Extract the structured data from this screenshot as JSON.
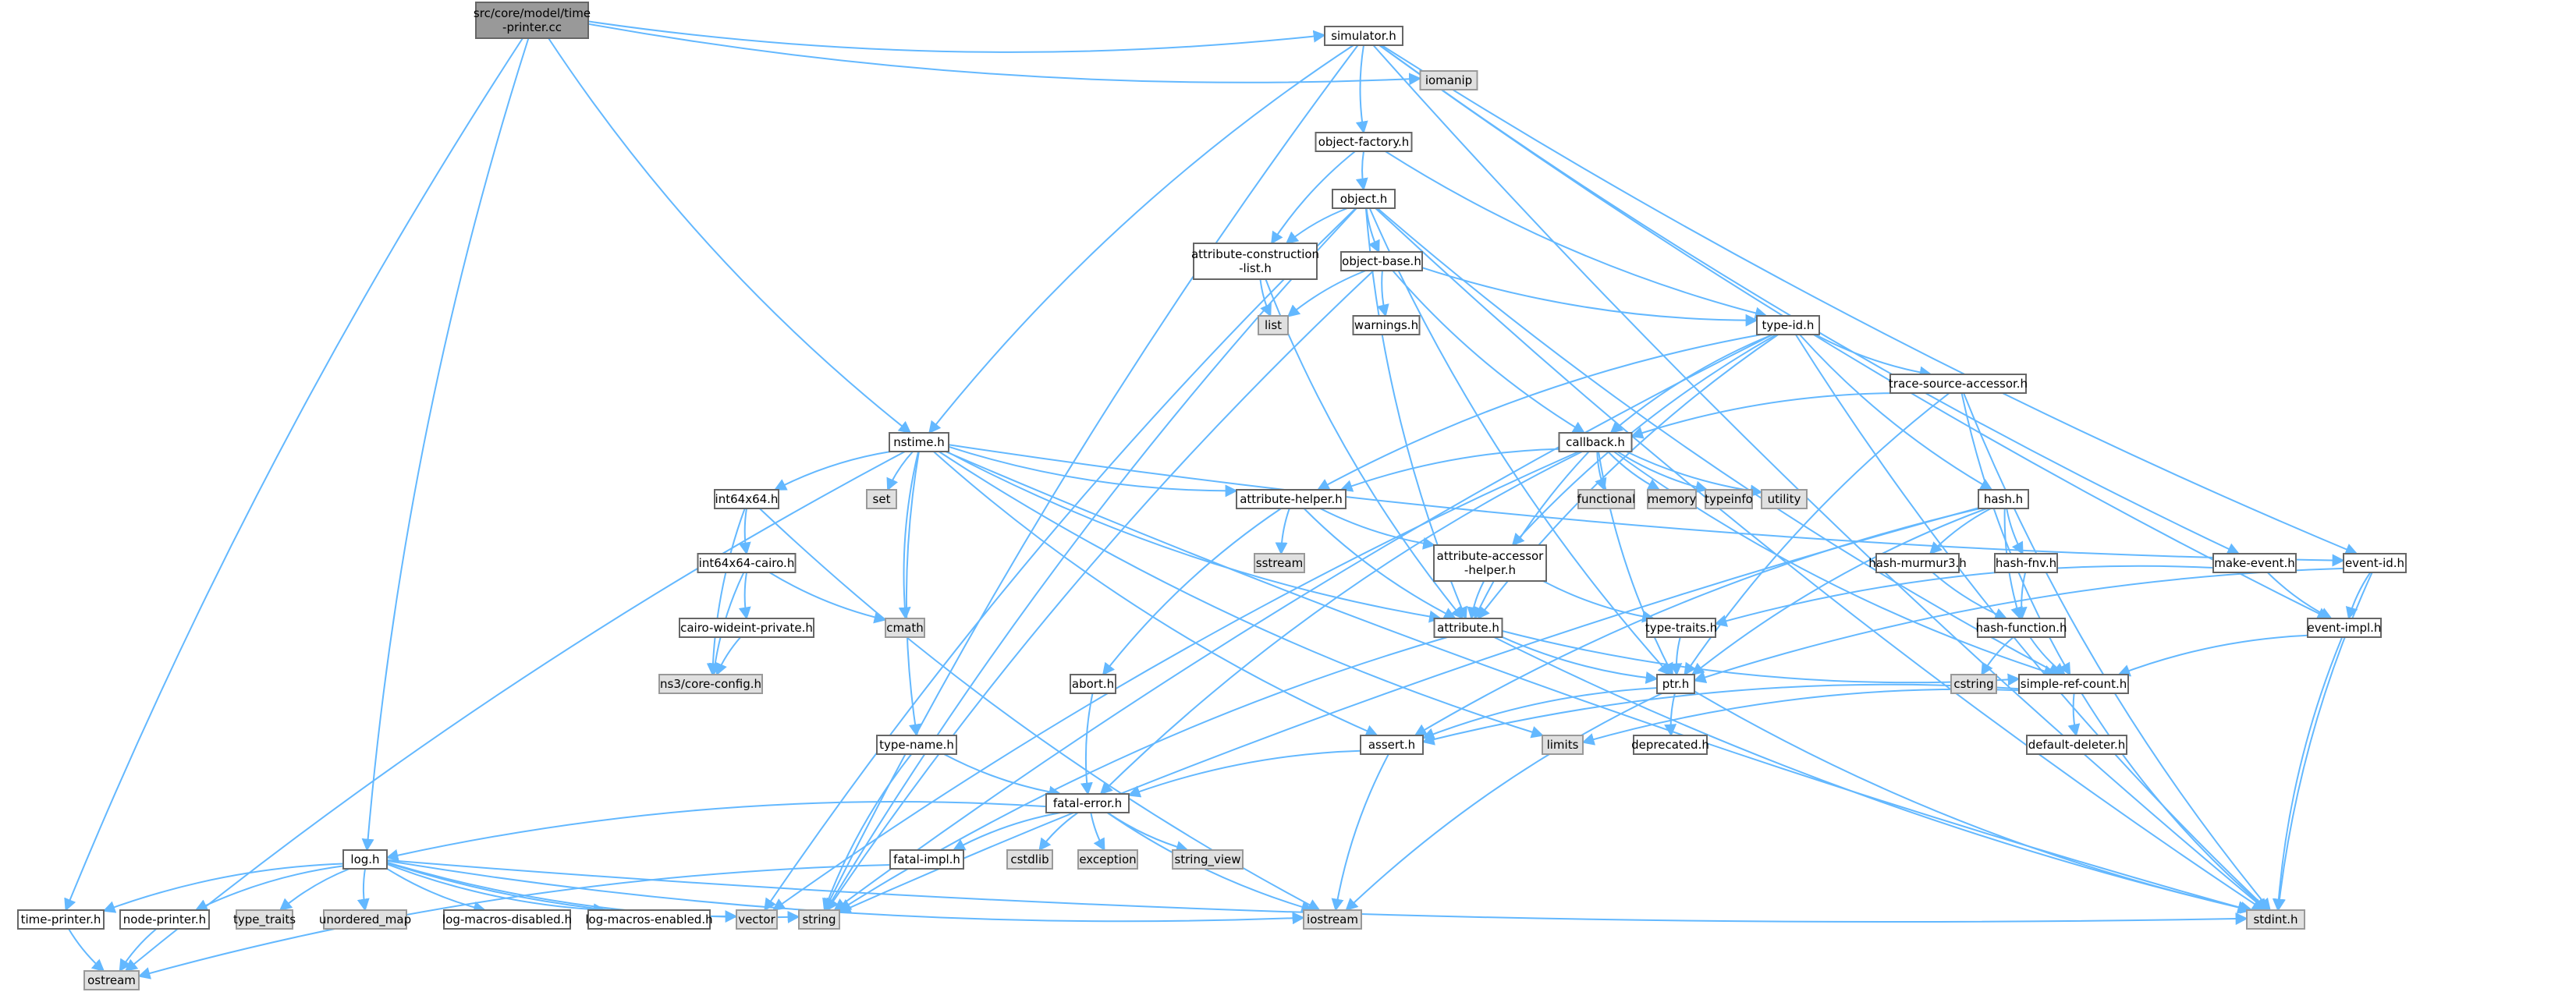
{
  "graph": {
    "nodes": [
      {
        "id": "root",
        "lines": [
          "src/core/model/time",
          "-printer.cc"
        ],
        "style": "root"
      },
      {
        "id": "simulator",
        "lines": [
          "simulator.h"
        ],
        "style": "normal"
      },
      {
        "id": "iomanip",
        "lines": [
          "iomanip"
        ],
        "style": "sys"
      },
      {
        "id": "objfactory",
        "lines": [
          "object-factory.h"
        ],
        "style": "normal"
      },
      {
        "id": "object",
        "lines": [
          "object.h"
        ],
        "style": "normal"
      },
      {
        "id": "attrcons",
        "lines": [
          "attribute-construction",
          "-list.h"
        ],
        "style": "normal"
      },
      {
        "id": "objbase",
        "lines": [
          "object-base.h"
        ],
        "style": "normal"
      },
      {
        "id": "list",
        "lines": [
          "list"
        ],
        "style": "sys"
      },
      {
        "id": "warnings",
        "lines": [
          "warnings.h"
        ],
        "style": "normal"
      },
      {
        "id": "typeid",
        "lines": [
          "type-id.h"
        ],
        "style": "normal"
      },
      {
        "id": "tsa",
        "lines": [
          "trace-source-accessor.h"
        ],
        "style": "normal"
      },
      {
        "id": "nstime",
        "lines": [
          "nstime.h"
        ],
        "style": "normal"
      },
      {
        "id": "callback",
        "lines": [
          "callback.h"
        ],
        "style": "normal"
      },
      {
        "id": "set",
        "lines": [
          "set"
        ],
        "style": "sys"
      },
      {
        "id": "int64x64",
        "lines": [
          "int64x64.h"
        ],
        "style": "normal"
      },
      {
        "id": "attrhelper",
        "lines": [
          "attribute-helper.h"
        ],
        "style": "normal"
      },
      {
        "id": "functional",
        "lines": [
          "functional"
        ],
        "style": "sys"
      },
      {
        "id": "memory",
        "lines": [
          "memory"
        ],
        "style": "sys"
      },
      {
        "id": "typeinfo",
        "lines": [
          "typeinfo"
        ],
        "style": "sys"
      },
      {
        "id": "utility",
        "lines": [
          "utility"
        ],
        "style": "sys"
      },
      {
        "id": "hash",
        "lines": [
          "hash.h"
        ],
        "style": "normal"
      },
      {
        "id": "makeevent",
        "lines": [
          "make-event.h"
        ],
        "style": "normal"
      },
      {
        "id": "eventid",
        "lines": [
          "event-id.h"
        ],
        "style": "normal"
      },
      {
        "id": "int64cairo",
        "lines": [
          "int64x64-cairo.h"
        ],
        "style": "normal"
      },
      {
        "id": "sstream",
        "lines": [
          "sstream"
        ],
        "style": "sys"
      },
      {
        "id": "attraccessor",
        "lines": [
          "attribute-accessor",
          "-helper.h"
        ],
        "style": "normal"
      },
      {
        "id": "hashmurmur",
        "lines": [
          "hash-murmur3.h"
        ],
        "style": "normal"
      },
      {
        "id": "hashfnv",
        "lines": [
          "hash-fnv.h"
        ],
        "style": "normal"
      },
      {
        "id": "cairowide",
        "lines": [
          "cairo-wideint-private.h"
        ],
        "style": "normal"
      },
      {
        "id": "cmath",
        "lines": [
          "cmath"
        ],
        "style": "sys"
      },
      {
        "id": "attribute",
        "lines": [
          "attribute.h"
        ],
        "style": "normal"
      },
      {
        "id": "typetraitsh",
        "lines": [
          "type-traits.h"
        ],
        "style": "normal"
      },
      {
        "id": "hashfunc",
        "lines": [
          "hash-function.h"
        ],
        "style": "normal"
      },
      {
        "id": "eventimpl",
        "lines": [
          "event-impl.h"
        ],
        "style": "normal"
      },
      {
        "id": "coreconfig",
        "lines": [
          "ns3/core-config.h"
        ],
        "style": "sys"
      },
      {
        "id": "abort",
        "lines": [
          "abort.h"
        ],
        "style": "normal"
      },
      {
        "id": "ptr",
        "lines": [
          "ptr.h"
        ],
        "style": "normal"
      },
      {
        "id": "cstring",
        "lines": [
          "cstring"
        ],
        "style": "sys"
      },
      {
        "id": "simplerefcount",
        "lines": [
          "simple-ref-count.h"
        ],
        "style": "normal"
      },
      {
        "id": "limits",
        "lines": [
          "limits"
        ],
        "style": "sys"
      },
      {
        "id": "assert",
        "lines": [
          "assert.h"
        ],
        "style": "normal"
      },
      {
        "id": "deprecated",
        "lines": [
          "deprecated.h"
        ],
        "style": "normal"
      },
      {
        "id": "typename",
        "lines": [
          "type-name.h"
        ],
        "style": "normal"
      },
      {
        "id": "defdeleter",
        "lines": [
          "default-deleter.h"
        ],
        "style": "normal"
      },
      {
        "id": "fatalerror",
        "lines": [
          "fatal-error.h"
        ],
        "style": "normal"
      },
      {
        "id": "log",
        "lines": [
          "log.h"
        ],
        "style": "normal"
      },
      {
        "id": "fatalimpl",
        "lines": [
          "fatal-impl.h"
        ],
        "style": "normal"
      },
      {
        "id": "cstdlib",
        "lines": [
          "cstdlib"
        ],
        "style": "sys"
      },
      {
        "id": "exception",
        "lines": [
          "exception"
        ],
        "style": "sys"
      },
      {
        "id": "stringview",
        "lines": [
          "string_view"
        ],
        "style": "sys"
      },
      {
        "id": "timeprinter",
        "lines": [
          "time-printer.h"
        ],
        "style": "normal"
      },
      {
        "id": "nodeprinter",
        "lines": [
          "node-printer.h"
        ],
        "style": "normal"
      },
      {
        "id": "typetraits",
        "lines": [
          "type_traits"
        ],
        "style": "sys"
      },
      {
        "id": "unorderedmap",
        "lines": [
          "unordered_map"
        ],
        "style": "sys"
      },
      {
        "id": "logdisabled",
        "lines": [
          "log-macros-disabled.h"
        ],
        "style": "normal"
      },
      {
        "id": "logenabled",
        "lines": [
          "log-macros-enabled.h"
        ],
        "style": "normal"
      },
      {
        "id": "vector",
        "lines": [
          "vector"
        ],
        "style": "sys"
      },
      {
        "id": "string",
        "lines": [
          "string"
        ],
        "style": "sys"
      },
      {
        "id": "iostream",
        "lines": [
          "iostream"
        ],
        "style": "sys"
      },
      {
        "id": "stdint",
        "lines": [
          "stdint.h"
        ],
        "style": "sys"
      },
      {
        "id": "ostream",
        "lines": [
          "ostream"
        ],
        "style": "sys"
      }
    ],
    "edges": [
      [
        "root",
        "simulator"
      ],
      [
        "root",
        "iomanip"
      ],
      [
        "root",
        "nstime"
      ],
      [
        "root",
        "log"
      ],
      [
        "root",
        "timeprinter"
      ],
      [
        "simulator",
        "objfactory"
      ],
      [
        "simulator",
        "nstime"
      ],
      [
        "simulator",
        "makeevent"
      ],
      [
        "simulator",
        "eventid"
      ],
      [
        "simulator",
        "eventimpl"
      ],
      [
        "simulator",
        "string"
      ],
      [
        "simulator",
        "stdint"
      ],
      [
        "objfactory",
        "object"
      ],
      [
        "objfactory",
        "attrcons"
      ],
      [
        "objfactory",
        "typeid"
      ],
      [
        "object",
        "attrcons"
      ],
      [
        "object",
        "objbase"
      ],
      [
        "object",
        "attribute"
      ],
      [
        "object",
        "ptr"
      ],
      [
        "object",
        "simplerefcount"
      ],
      [
        "object",
        "string"
      ],
      [
        "object",
        "vector"
      ],
      [
        "object",
        "stdint"
      ],
      [
        "attrcons",
        "list"
      ],
      [
        "attrcons",
        "attribute"
      ],
      [
        "objbase",
        "list"
      ],
      [
        "objbase",
        "warnings"
      ],
      [
        "objbase",
        "typeid"
      ],
      [
        "objbase",
        "callback"
      ],
      [
        "objbase",
        "string"
      ],
      [
        "typeid",
        "tsa"
      ],
      [
        "typeid",
        "callback"
      ],
      [
        "typeid",
        "attrhelper"
      ],
      [
        "typeid",
        "attraccessor"
      ],
      [
        "typeid",
        "attribute"
      ],
      [
        "typeid",
        "hash"
      ],
      [
        "typeid",
        "string"
      ],
      [
        "typeid",
        "stdint"
      ],
      [
        "tsa",
        "callback"
      ],
      [
        "tsa",
        "ptr"
      ],
      [
        "tsa",
        "simplerefcount"
      ],
      [
        "tsa",
        "stdint"
      ],
      [
        "nstime",
        "attrhelper"
      ],
      [
        "nstime",
        "int64x64"
      ],
      [
        "nstime",
        "set"
      ],
      [
        "nstime",
        "cmath"
      ],
      [
        "nstime",
        "typename"
      ],
      [
        "nstime",
        "assert"
      ],
      [
        "nstime",
        "attribute"
      ],
      [
        "nstime",
        "eventid"
      ],
      [
        "nstime",
        "limits"
      ],
      [
        "nstime",
        "ostream"
      ],
      [
        "nstime",
        "stdint"
      ],
      [
        "callback",
        "attrhelper"
      ],
      [
        "callback",
        "functional"
      ],
      [
        "callback",
        "memory"
      ],
      [
        "callback",
        "typeinfo"
      ],
      [
        "callback",
        "utility"
      ],
      [
        "callback",
        "attribute"
      ],
      [
        "callback",
        "ptr"
      ],
      [
        "callback",
        "fatalerror"
      ],
      [
        "callback",
        "simplerefcount"
      ],
      [
        "callback",
        "vector"
      ],
      [
        "int64x64",
        "int64cairo"
      ],
      [
        "int64x64",
        "coreconfig"
      ],
      [
        "int64x64",
        "iostream"
      ],
      [
        "attrhelper",
        "sstream"
      ],
      [
        "attrhelper",
        "attraccessor"
      ],
      [
        "attrhelper",
        "attribute"
      ],
      [
        "attrhelper",
        "abort"
      ],
      [
        "hash",
        "hashmurmur"
      ],
      [
        "hash",
        "hashfnv"
      ],
      [
        "hash",
        "hashfunc"
      ],
      [
        "hash",
        "assert"
      ],
      [
        "hash",
        "ptr"
      ],
      [
        "hash",
        "string"
      ],
      [
        "makeevent",
        "typetraitsh"
      ],
      [
        "makeevent",
        "eventimpl"
      ],
      [
        "eventid",
        "eventimpl"
      ],
      [
        "eventid",
        "ptr"
      ],
      [
        "eventid",
        "stdint"
      ],
      [
        "int64cairo",
        "cairowide"
      ],
      [
        "int64cairo",
        "cmath"
      ],
      [
        "int64cairo",
        "coreconfig"
      ],
      [
        "attraccessor",
        "attribute"
      ],
      [
        "attraccessor",
        "typetraitsh"
      ],
      [
        "hashmurmur",
        "hashfunc"
      ],
      [
        "hashfnv",
        "hashfunc"
      ],
      [
        "cairowide",
        "coreconfig"
      ],
      [
        "attribute",
        "ptr"
      ],
      [
        "attribute",
        "simplerefcount"
      ],
      [
        "attribute",
        "string"
      ],
      [
        "attribute",
        "stdint"
      ],
      [
        "typetraitsh",
        "ptr"
      ],
      [
        "hashfunc",
        "cstring"
      ],
      [
        "hashfunc",
        "simplerefcount"
      ],
      [
        "eventimpl",
        "simplerefcount"
      ],
      [
        "eventimpl",
        "stdint"
      ],
      [
        "abort",
        "fatalerror"
      ],
      [
        "ptr",
        "assert"
      ],
      [
        "ptr",
        "deprecated"
      ],
      [
        "ptr",
        "iostream"
      ],
      [
        "ptr",
        "stdint"
      ],
      [
        "simplerefcount",
        "assert"
      ],
      [
        "simplerefcount",
        "defdeleter"
      ],
      [
        "simplerefcount",
        "limits"
      ],
      [
        "simplerefcount",
        "stdint"
      ],
      [
        "assert",
        "fatalerror"
      ],
      [
        "assert",
        "iostream"
      ],
      [
        "typename",
        "fatalerror"
      ],
      [
        "typename",
        "string"
      ],
      [
        "fatalerror",
        "log"
      ],
      [
        "fatalerror",
        "fatalimpl"
      ],
      [
        "fatalerror",
        "cstdlib"
      ],
      [
        "fatalerror",
        "exception"
      ],
      [
        "fatalerror",
        "stringview"
      ],
      [
        "fatalerror",
        "iostream"
      ],
      [
        "fatalimpl",
        "ostream"
      ],
      [
        "log",
        "timeprinter"
      ],
      [
        "log",
        "nodeprinter"
      ],
      [
        "log",
        "typetraits"
      ],
      [
        "log",
        "unorderedmap"
      ],
      [
        "log",
        "logdisabled"
      ],
      [
        "log",
        "logenabled"
      ],
      [
        "log",
        "vector"
      ],
      [
        "log",
        "string"
      ],
      [
        "log",
        "iostream"
      ],
      [
        "log",
        "stdint"
      ],
      [
        "timeprinter",
        "ostream"
      ],
      [
        "nodeprinter",
        "ostream"
      ]
    ]
  }
}
